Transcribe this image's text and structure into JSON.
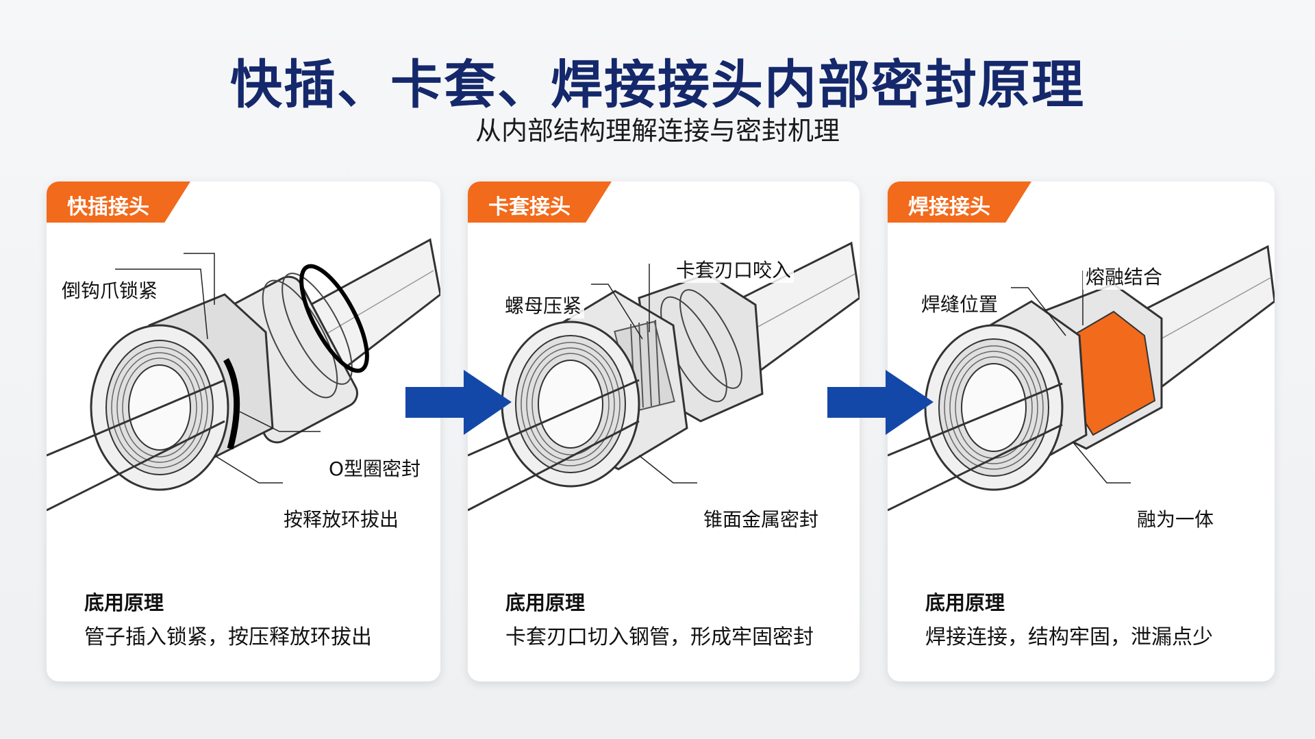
{
  "header": {
    "title": "快插、卡套、焊接接头内部密封原理",
    "subtitle": "从内部结构理解连接与密封机理"
  },
  "colors": {
    "accent": "#f26a1b",
    "arrow": "#1448a8",
    "title": "#14286b"
  },
  "cards": [
    {
      "tab": "快插接头",
      "labels": [
        "倒钩爪锁紧",
        "O型圈密封",
        "按释放环拔出"
      ],
      "principle_title": "底用原理",
      "principle_text": "管子插入锁紧，按压释放环拔出"
    },
    {
      "tab": "卡套接头",
      "labels": [
        "卡套刃口咬入",
        "螺母压紧",
        "锥面金属密封"
      ],
      "principle_title": "底用原理",
      "principle_text": "卡套刃口切入钢管，形成牢固密封"
    },
    {
      "tab": "焊接接头",
      "labels": [
        "熔融结合",
        "焊缝位置",
        "融为一体"
      ],
      "principle_title": "底用原理",
      "principle_text": "焊接连接，结构牢固，泄漏点少"
    }
  ],
  "arrows": [
    "arrow-right-icon",
    "arrow-right-icon"
  ]
}
